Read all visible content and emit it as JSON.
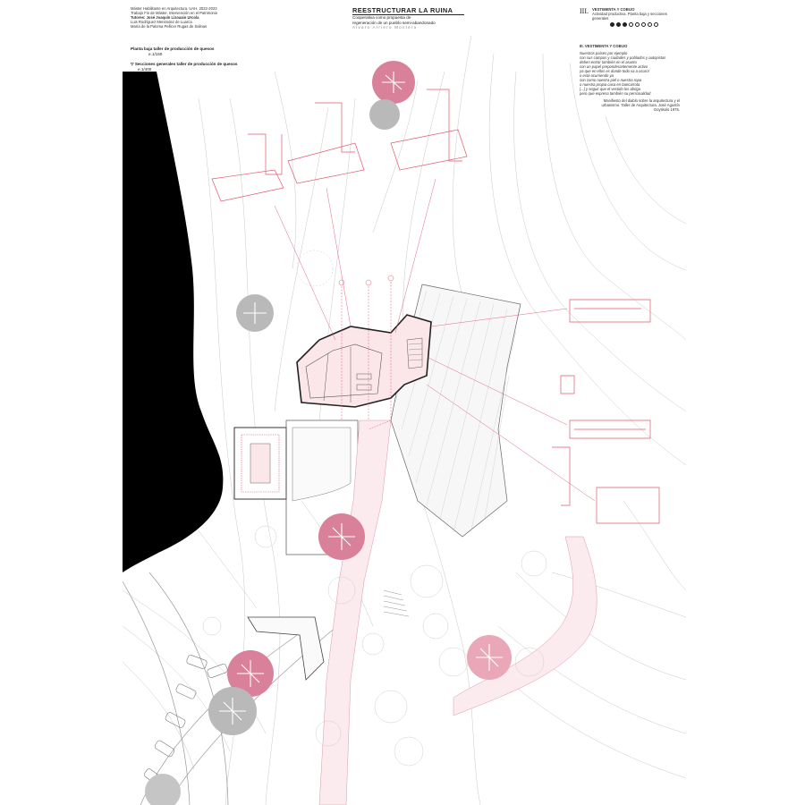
{
  "credits": {
    "line1": "Máster Habilitante en Arquitectura. UAH. 2022-2023",
    "line2": "Trabajo Fin de Máster. Intervención en el Patrimonio",
    "line3": "Tutores: José Joaquín Lizoaain Urcola",
    "line4": "Luis Rodríguez Menéndez de Luarca",
    "line5": "María de la Paloma Pellicer Rugas de Salinas"
  },
  "drawing_labels": {
    "plan_title": "Planta baja taller de producción de quesos",
    "plan_scale": "e.1/150",
    "sections_title": "Secciones generales taller de producción de quesos",
    "sections_scale": "e.1/400"
  },
  "header": {
    "title": "REESTRUCTURAR LA RUINA",
    "subtitle1": "Cooperativa como propuesta de",
    "subtitle2": "regeneración de un pueblo semi-abandonado",
    "author": "Alvaro Arriero Montero"
  },
  "panel_index": {
    "number": "III.",
    "heading": "VESTIMENTA Y COBIJO",
    "desc1": "Actividad productiva. Planta baja y secciones",
    "desc2": "generales",
    "dots_total": 8,
    "dots_filled": 3
  },
  "section_text": {
    "heading": "III. VESTIMENTA Y COBIJO",
    "quote": [
      "Nuestros países por ejemplo",
      "con sus campos y ciudades y poblados y autopistas",
      "deben entrar también en el asunto",
      "con un papel preponderantemente activo",
      "ya que en ellos es donde todo va a ocurrir",
      "o está ocurriendo ya",
      "son como nuestra piel o nuestra ropa",
      "o nuestra propia casa en bancarrota",
      "[...] y seguir que el vestido los abriga",
      "pero que expresa también su personalidad"
    ],
    "source1": "Manifiesto del diablo sobre la arquitectura y el",
    "source2": "urbanismo. Taller de Arquitectura. José Agustín",
    "source3": "Goytisolo 1975."
  },
  "colors": {
    "accent_red": "#e05a6e",
    "tree_pink": "#d9819a",
    "tree_grey": "#b9b9b9",
    "black_mass": "#000000",
    "line_grey": "#9a9a9a"
  }
}
